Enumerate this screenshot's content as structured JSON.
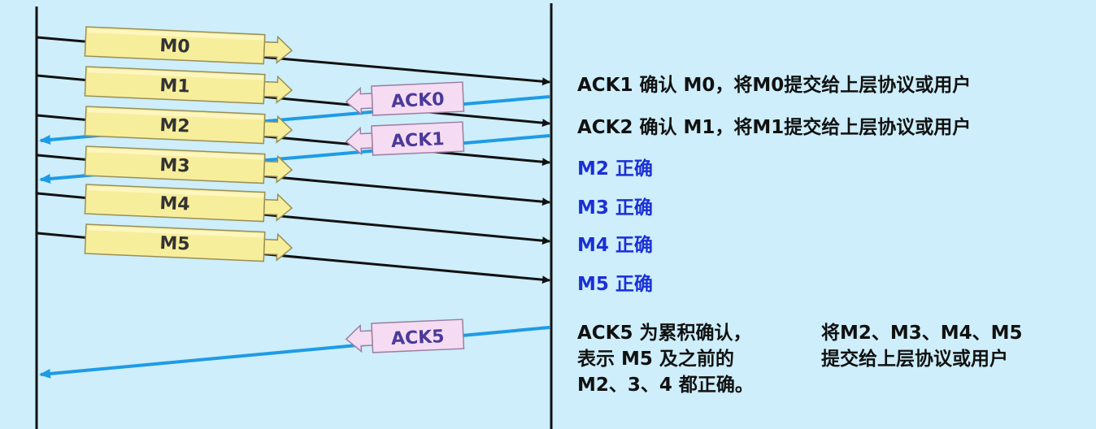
{
  "colors": {
    "background": "#cdeefa",
    "timeline": "#111111",
    "data_arrow": "#111111",
    "ack_arrow": "#1e9be6",
    "msg_fill": "#f7ee9c",
    "msg_stroke": "#9a8f55",
    "ack_fill": "#f6dcf3",
    "ack_stroke": "#9c7fa0",
    "ack_text": "#4a3a9a",
    "correct_text": "#1b2fd6",
    "note_text": "#111111"
  },
  "messages": [
    {
      "label": "M0",
      "icon": "rightward-block-arrow"
    },
    {
      "label": "M1",
      "icon": "rightward-block-arrow"
    },
    {
      "label": "M2",
      "icon": "rightward-block-arrow"
    },
    {
      "label": "M3",
      "icon": "rightward-block-arrow"
    },
    {
      "label": "M4",
      "icon": "rightward-block-arrow"
    },
    {
      "label": "M5",
      "icon": "rightward-block-arrow"
    }
  ],
  "acks": [
    {
      "label": "ACK0",
      "icon": "leftward-block-arrow"
    },
    {
      "label": "ACK1",
      "icon": "leftward-block-arrow"
    },
    {
      "label": "ACK5",
      "icon": "leftward-block-arrow"
    }
  ],
  "notes": {
    "ack1": "ACK1 确认 M0，将M0提交给上层协议或用户",
    "ack2": "ACK2 确认 M1，将M1提交给上层协议或用户",
    "m2": "M2 正确",
    "m3": "M3 正确",
    "m4": "M4 正确",
    "m5": "M5 正确",
    "ack5_line1": "ACK5 为累积确认，",
    "ack5_line2": "表示 M5 及之前的",
    "ack5_line3": "M2、3、4 都正确。",
    "deliver_line1": "将M2、M3、M4、M5",
    "deliver_line2": "提交给上层协议或用户"
  }
}
